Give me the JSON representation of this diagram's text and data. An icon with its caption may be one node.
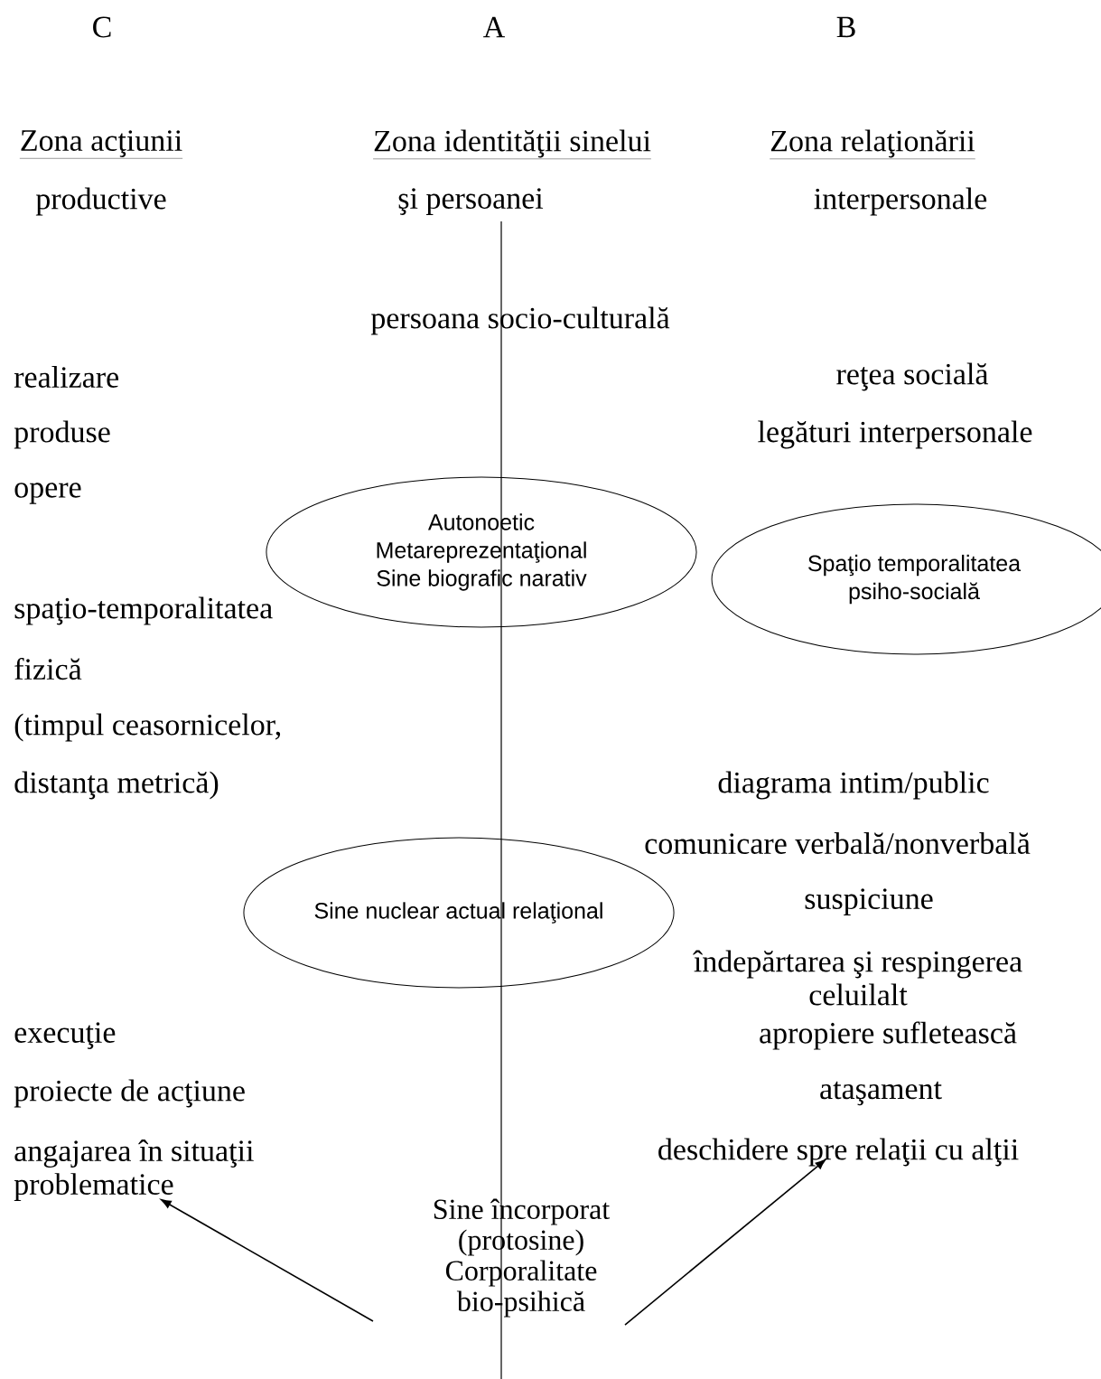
{
  "diagram": {
    "nodes": [
      {
        "text": [
          "Autonoetic",
          "Metareprezentaţional",
          "Sine biografic narativ"
        ]
      },
      {
        "text": [
          "Spaţio temporalitatea psiho-socială"
        ]
      },
      {
        "text": [
          "Sine nuclear actual relaţional"
        ]
      },
      {
        "text": [
          "angajarea în situaţii problematice"
        ]
      },
      {
        "text": [
          "deschidere spre relaţii cu alţii"
        ]
      }
    ],
    "edges": [
      {
        "from": null,
        "to": 3,
        "arrow": "to"
      },
      {
        "from": null,
        "to": 4,
        "arrow": "to"
      }
    ],
    "labels": [
      "C",
      "A",
      "B",
      "Zona acţiunii",
      "Zona identităţii sinelui",
      "Zona relaţionării",
      "productive",
      "şi persoanei",
      "interpersonale",
      "persoana socio-culturală",
      "realizare",
      "reţea socială",
      "produse",
      "legături interpersonale",
      "opere",
      "spaţio-temporalitatea",
      "fizică",
      "(timpul ceasornicelor,",
      "distanţa metrică)",
      "diagrama intim/public",
      "comunicare verbală/nonverbală",
      "suspiciune",
      "îndepărtarea şi respingerea celuilalt",
      "execuţie",
      "apropiere sufletească",
      "proiecte de acţiune",
      "ataşament",
      "Sine încorporat (protosine) Corporalitate bio-psihică"
    ]
  }
}
